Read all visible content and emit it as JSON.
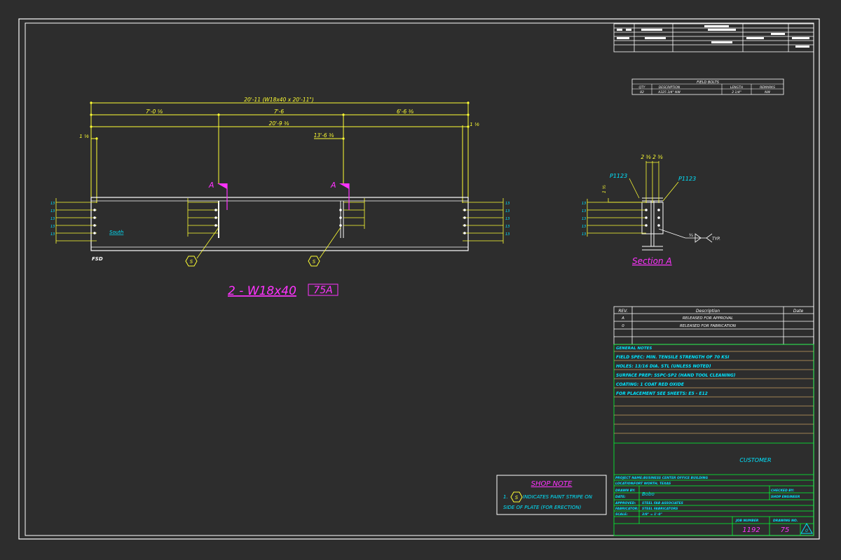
{
  "colors": {
    "background": "#2d2d2d",
    "border": "#ffffff",
    "dimension": "#ffff33",
    "annotation": "#00e5ff",
    "title": "#ff33ff",
    "title_block_lines": "#00ff33",
    "notes_lines": "#c8a060"
  },
  "field_bolts": {
    "title": "FIELD BOLTS",
    "headers": [
      "QTY",
      "DESCRIPTION",
      "LENGTH",
      "REMARKS"
    ],
    "row": [
      "82",
      "A325 3/4\" NW",
      "2 1/4\"",
      "NW"
    ]
  },
  "dimensions": {
    "overall": "20'-11 (W18x40 x 20'-11\")",
    "left_segment": "7'-0 ⁵⁄₈",
    "mid_segment": "7'-6",
    "right_segment": "6'-6 ³⁄₈",
    "inner_length": "20'-9 ³⁄₈",
    "stiffener_loc": "13'-6 ³⁄₈",
    "left_offset": "1 ¹⁄₈",
    "right_offset": "1 ¹⁄₈"
  },
  "elevation": {
    "section_label_1": "A",
    "section_label_2": "A",
    "south_label": "South",
    "paint_mark_1": "S",
    "paint_mark_2": "S",
    "end_mark": "FSD",
    "member_title": "2 - W18x40",
    "member_mark": "75A",
    "hole_tags": [
      "13",
      "13",
      "13",
      "13",
      "13"
    ]
  },
  "section": {
    "plate_left": "P1123",
    "plate_right": "P1123",
    "dim_top": "2 ³⁄₈   2 ³⁄₈",
    "dim_side": "1 ¹⁄₂",
    "weld": "¹⁄₄",
    "weld_note": "TYP.",
    "label": "Section A"
  },
  "revisions": {
    "headers": [
      "REV.",
      "Description",
      "Date"
    ],
    "rows": [
      [
        "A",
        "RELEASED FOR APPROVAL",
        ""
      ],
      [
        "0",
        "RELEASED FOR FABRICATION",
        ""
      ]
    ]
  },
  "general_notes": [
    "GENERAL NOTES",
    "FIELD SPEC: MIN. TENSILE STRENGTH OF 70 KSI",
    "HOLES: 13/16 DIA. STL (UNLESS NOTED)",
    "SURFACE PREP: SSPC-SP2 (HAND TOOL CLEANING)",
    "COATING: 1 COAT RED OXIDE",
    "FOR PLACEMENT SEE SHEETS: E5 - E12"
  ],
  "title_block": {
    "customer": "CUSTOMER",
    "project_label": "PROJECT NAME:",
    "project": "BUSINESS CENTER OFFICE BUILDING",
    "location_label": "LOCATION:",
    "location": "FORT WORTH, TEXAS",
    "drawn_label": "DRAWN BY:",
    "drawn": "Bobo",
    "date_label": "DATE:",
    "checked_label": "CHECKED BY:",
    "checked": "SHOP ENGINEER",
    "approved_label": "APPROVED:",
    "approved": "STEEL FAB ASSOCIATES",
    "fabricator_label": "FABRICATOR:",
    "fabricator": "STEEL FABRICATORS",
    "scale_label": "SCALE:",
    "scale": "3/8\" = 1'-0\"",
    "job_label": "JOB NUMBER",
    "job": "1192",
    "sheet_label": "DRAWING NO.",
    "sheet": "75",
    "rev": "0"
  },
  "shop_note": {
    "title": "SHOP NOTE",
    "number": "1.",
    "mark": "S",
    "line1": "INDICATES PAINT STRIPE ON",
    "line2": "SIDE OF PLATE (FOR ERECTION)"
  }
}
